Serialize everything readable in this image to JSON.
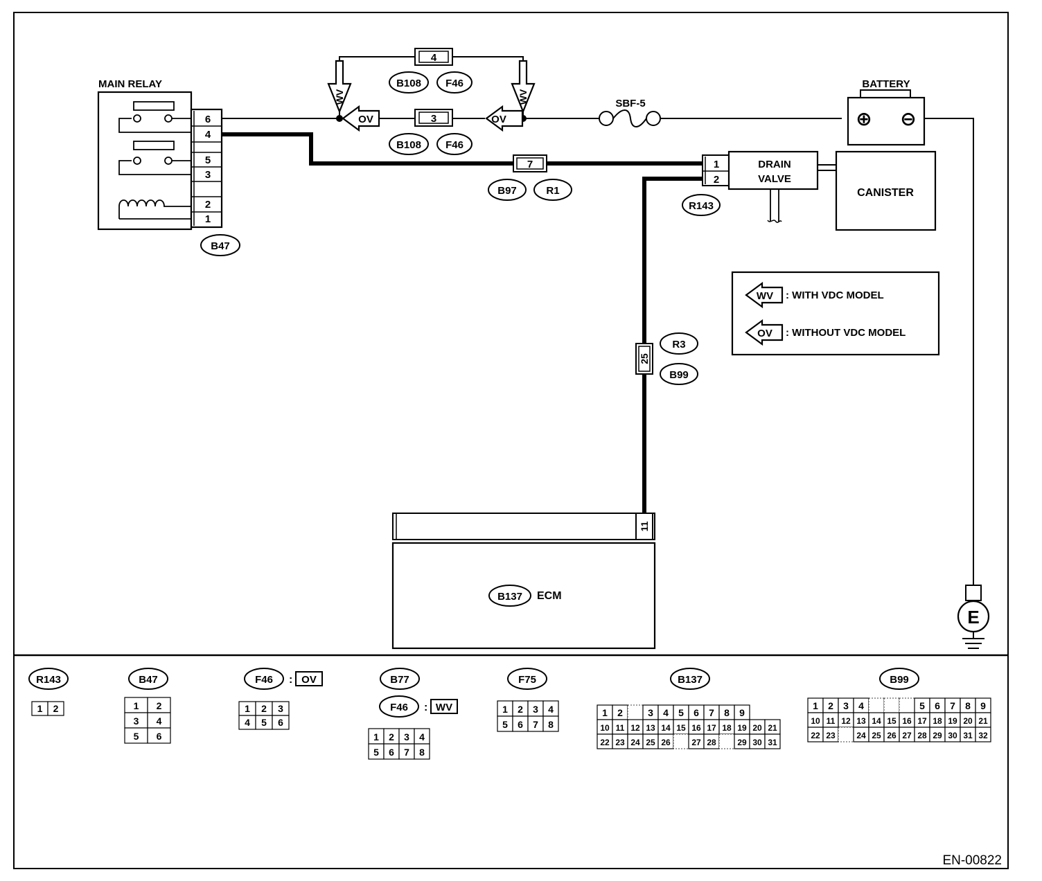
{
  "components": {
    "main_relay": {
      "title": "MAIN RELAY",
      "pins": [
        "6",
        "4",
        "5",
        "3",
        "2",
        "1"
      ],
      "connector": "B47"
    },
    "battery": {
      "title": "BATTERY",
      "positive": "⊕",
      "negative": "⊖"
    },
    "fuse": {
      "label": "SBF-5"
    },
    "drain_valve": {
      "line1": "DRAIN",
      "line2": "VALVE",
      "pins": [
        "1",
        "2"
      ],
      "connector": "R143"
    },
    "canister": {
      "label": "CANISTER"
    },
    "ecm": {
      "connector": "B137",
      "label": "ECM",
      "pin": "11"
    },
    "ground": {
      "label": "E"
    }
  },
  "junctions": {
    "upper": {
      "pin": "4",
      "connectors": [
        "B108",
        "F46"
      ]
    },
    "middle": {
      "pin": "3",
      "connectors": [
        "B108",
        "F46"
      ]
    },
    "drain_feed": {
      "pin": "7",
      "connectors": [
        "B97",
        "R1"
      ]
    },
    "vertical": {
      "pin": "25",
      "connectors": [
        "R3",
        "B99"
      ]
    }
  },
  "arrows": {
    "wv": "WV",
    "ov": "OV"
  },
  "legend": [
    {
      "tag": "WV",
      "text": ": WITH VDC MODEL"
    },
    {
      "tag": "OV",
      "text": ": WITHOUT VDC MODEL"
    }
  ],
  "connector_views": [
    {
      "name": "R143",
      "rows": [
        [
          "1",
          "2"
        ]
      ]
    },
    {
      "name": "B47",
      "rows": [
        [
          "1",
          "2"
        ],
        [
          "3",
          "4"
        ],
        [
          "5",
          "6"
        ]
      ]
    },
    {
      "name": "F46",
      "variant": "OV",
      "rows": [
        [
          "1",
          "2",
          "3"
        ],
        [
          "4",
          "5",
          "6"
        ]
      ]
    },
    {
      "name": "B77",
      "alt": "F46",
      "variant": "WV",
      "rows": [
        [
          "1",
          "2",
          "3",
          "4"
        ],
        [
          "5",
          "6",
          "7",
          "8"
        ]
      ]
    },
    {
      "name": "F75",
      "rows": [
        [
          "1",
          "2",
          "3",
          "4"
        ],
        [
          "5",
          "6",
          "7",
          "8"
        ]
      ]
    },
    {
      "name": "B137",
      "rows": [
        [
          "1",
          "2",
          "",
          "3",
          "4",
          "5",
          "6",
          "7",
          "8",
          "9"
        ],
        [
          "10",
          "11",
          "12",
          "13",
          "14",
          "15",
          "16",
          "17",
          "18",
          "19",
          "20",
          "21"
        ],
        [
          "22",
          "23",
          "24",
          "25",
          "26",
          "",
          "27",
          "28",
          "",
          "29",
          "30",
          "31"
        ]
      ]
    },
    {
      "name": "B99",
      "rows": [
        [
          "1",
          "2",
          "3",
          "4",
          "",
          "",
          "",
          "5",
          "6",
          "7",
          "8",
          "9"
        ],
        [
          "10",
          "11",
          "12",
          "13",
          "14",
          "15",
          "16",
          "17",
          "18",
          "19",
          "20",
          "21"
        ],
        [
          "22",
          "23",
          "",
          "24",
          "25",
          "26",
          "27",
          "28",
          "29",
          "30",
          "31",
          "32"
        ]
      ]
    }
  ],
  "doc_id": "EN-00822"
}
